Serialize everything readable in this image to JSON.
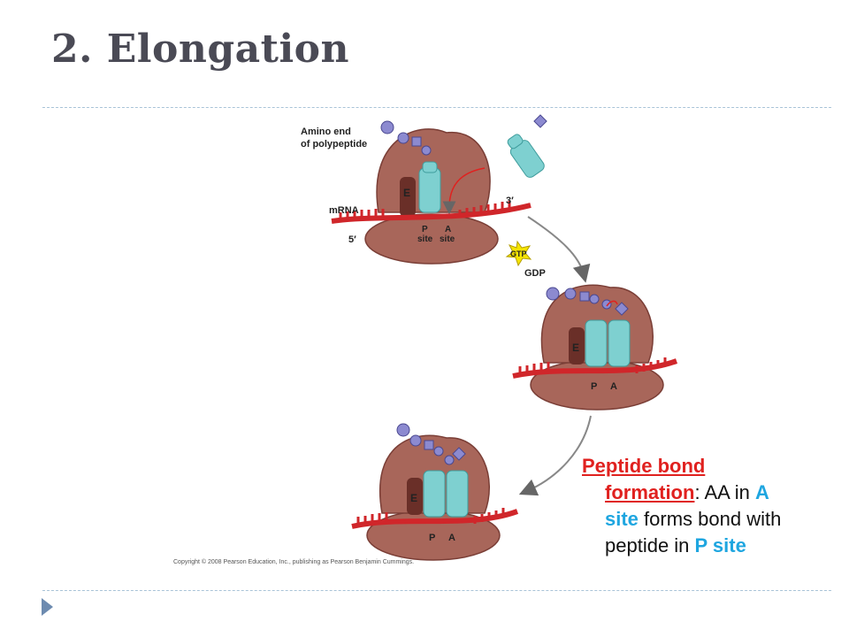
{
  "slide": {
    "title": "2. Elongation"
  },
  "figure": {
    "label_amino_end_1": "Amino end",
    "label_amino_end_2": "of polypeptide",
    "label_mrna": "mRNA",
    "label_3prime": "3′",
    "label_5prime": "5′",
    "label_e": "E",
    "label_p": "P",
    "label_a": "A",
    "label_site": "site",
    "label_gtp": "GTP",
    "label_gdp": "GDP",
    "copyright": "Copyright © 2008 Pearson Education, Inc., publishing as Pearson Benjamin Cummings."
  },
  "callout": {
    "line1_red": "Peptide bond",
    "line2_red": "formation",
    "line2_rest": ": AA in ",
    "line2_blue": "A",
    "line3_blue": "site",
    "line3_rest": " forms bond with",
    "line4_rest": "peptide in ",
    "line4_blue": "P site"
  },
  "colors": {
    "title": "#4a4a55",
    "ribosome": "#a8665a",
    "ribosome_dark": "#7a3e36",
    "trna": "#7ed0d0",
    "mrna": "#d0262a",
    "amino_acid": "#8c8ad0",
    "callout_red": "#e0211f",
    "callout_blue": "#1fa6e0",
    "gtp_star": "#f5e400",
    "rule": "#a9c3d8"
  }
}
